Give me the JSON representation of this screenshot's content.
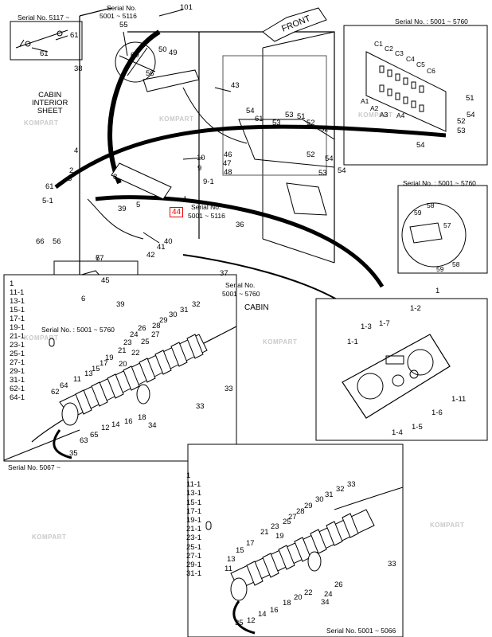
{
  "watermark": "KOMPART",
  "serials": {
    "top_left": "Serial No. 5117 ~",
    "top_mid_line1": "Serial No.",
    "top_mid_line2": "5001 ~ 5116",
    "top_right": "Serial No. : 5001 ~ 5760",
    "mid_right": "Serial No. : 5001 ~ 5760",
    "center_line1": "Serial No.",
    "center_line2": "5001 ~ 5116",
    "lower_mid_line1": "Serial No.",
    "lower_mid_line2": "5001 ~ 5760",
    "left_panel": "Serial No. : 5001 ~ 5760",
    "bottom_left": "Serial No. 5067 ~",
    "bottom_right": "Serial No. 5001 ~ 5066"
  },
  "texts": {
    "front": "FRONT",
    "cabin": "CABIN",
    "cabin_sheet_1": "CABIN",
    "cabin_sheet_2": "INTERIOR",
    "cabin_sheet_3": "SHEET",
    "highlight": "44"
  },
  "left_list": [
    "1",
    "11-1",
    "13-1",
    "15-1",
    "17-1",
    "19-1",
    "21-1",
    "23-1",
    "25-1",
    "27-1",
    "29-1",
    "31-1",
    "62-1",
    "64-1"
  ],
  "bottom_list": [
    "1",
    "11-1",
    "13-1",
    "15-1",
    "17-1",
    "19-1",
    "21-1",
    "23-1",
    "25-1",
    "27-1",
    "29-1",
    "31-1"
  ],
  "callouts_main": [
    "101",
    "55",
    "60",
    "50",
    "49",
    "61",
    "61",
    "56",
    "38",
    "43",
    "54",
    "61",
    "53",
    "51",
    "52",
    "53",
    "52",
    "54",
    "54",
    "53",
    "52",
    "10",
    "9",
    "9-1",
    "46",
    "47",
    "48",
    "2",
    "3",
    "61",
    "8",
    "5-1",
    "66",
    "56",
    "39",
    "4",
    "7",
    "5",
    "1",
    "36",
    "41",
    "42",
    "40",
    "67",
    "37",
    "6",
    "45",
    "39",
    "C1",
    "C2",
    "C3",
    "C4",
    "C5",
    "C6",
    "A1",
    "A2",
    "A3",
    "A4",
    "51",
    "52",
    "53",
    "54",
    "54",
    "58",
    "59",
    "57",
    "58",
    "59",
    "1-3",
    "1-7",
    "1-2",
    "1-1",
    "1-11",
    "1-6",
    "1-5",
    "1-4",
    "1"
  ],
  "callouts_left_panel": [
    "32",
    "31",
    "30",
    "29",
    "28",
    "26",
    "27",
    "24",
    "25",
    "23",
    "22",
    "21",
    "19",
    "20",
    "17",
    "15",
    "13",
    "11",
    "64",
    "62",
    "65",
    "63",
    "35",
    "34",
    "18",
    "16",
    "14",
    "12",
    "33",
    "33"
  ],
  "callouts_bottom_panel": [
    "33",
    "32",
    "31",
    "30",
    "29",
    "28",
    "27",
    "25",
    "23",
    "21",
    "19",
    "17",
    "15",
    "13",
    "11",
    "12",
    "14",
    "16",
    "18",
    "20",
    "22",
    "24",
    "26",
    "34",
    "35",
    "33"
  ]
}
